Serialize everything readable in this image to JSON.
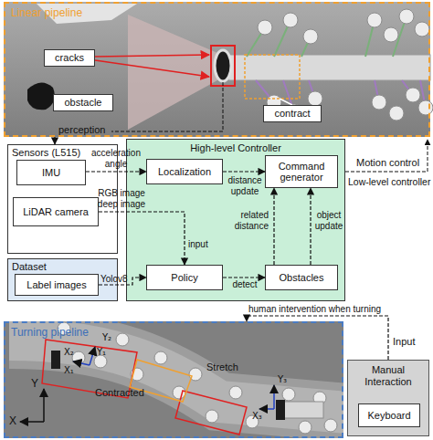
{
  "diagram": {
    "nodes": [
      {
        "text": [
          "Linear pipeline"
        ]
      },
      {
        "text": [
          "cracks"
        ],
        "in": 0
      },
      {
        "text": [
          "obstacle"
        ],
        "in": 0
      },
      {
        "text": [
          "contract"
        ],
        "in": 0
      },
      {
        "text": [
          "Sensors (L515)"
        ]
      },
      {
        "text": [
          "IMU"
        ],
        "in": 4
      },
      {
        "text": [
          "LiDAR camera"
        ],
        "in": 4
      },
      {
        "text": [
          "Dataset"
        ]
      },
      {
        "text": [
          "Label images"
        ],
        "in": 7
      },
      {
        "text": [
          "High-level Controller"
        ]
      },
      {
        "text": [
          "Localization"
        ],
        "in": 9
      },
      {
        "text": [
          "Command generator"
        ],
        "in": 9
      },
      {
        "text": [
          "Policy"
        ],
        "in": 9
      },
      {
        "text": [
          "Obstacles"
        ],
        "in": 9
      },
      {
        "text": [
          "Turning pipeline"
        ]
      },
      {
        "text": [
          "Manual Interaction"
        ]
      },
      {
        "text": [
          "Keyboard"
        ],
        "in": 15
      }
    ],
    "edges": [
      {
        "from": 0,
        "to": 4,
        "label": "perception",
        "arrow": "to"
      },
      {
        "from": 5,
        "to": 10,
        "label": "acceleration angle",
        "arrow": "to"
      },
      {
        "from": 6,
        "to": 12,
        "label": "RGB image deep image",
        "arrow": "to"
      },
      {
        "from": 8,
        "to": 12,
        "label": "Yolov8",
        "arrow": "to"
      },
      {
        "from": 10,
        "to": 11,
        "label": "distance update",
        "arrow": "to"
      },
      {
        "from": 12,
        "to": 13,
        "label": "detect",
        "arrow": "to"
      },
      {
        "from": 13,
        "to": 11,
        "label": "related distance",
        "arrow": "to"
      },
      {
        "from": 13,
        "to": 11,
        "label": "object update",
        "arrow": "to"
      },
      {
        "from": 15,
        "to": 14,
        "label": "human intervention when turning",
        "arrow": "to"
      }
    ],
    "labels": [
      "input",
      "Motion control",
      "Low-level controller",
      "Contracted",
      "Stretch",
      "Y₂",
      "X₂",
      "X₁",
      "Y₁",
      "Y₃",
      "X₃",
      "Y",
      "X",
      "Input"
    ]
  }
}
